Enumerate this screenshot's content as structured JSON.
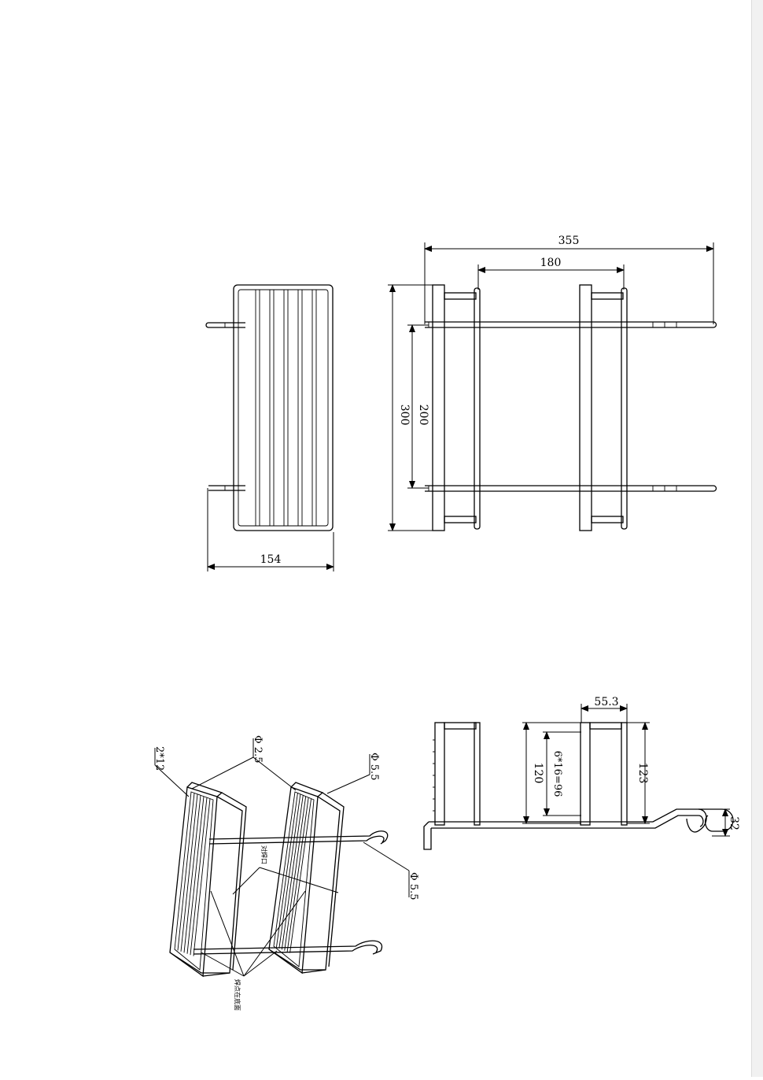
{
  "top_view": {
    "width_dim": "154"
  },
  "side_view": {
    "overall_length": "355",
    "inner_span": "180",
    "height_outer": "300",
    "height_inner": "200"
  },
  "end_view": {
    "top_width": "55.3",
    "wire_spacing": "6*16=96",
    "height_left": "120",
    "height_right": "123",
    "hook_size": "32"
  },
  "iso_view": {
    "label_rod_a": "2*12",
    "label_rod_b": "Φ 2.5",
    "label_rod_c": "Φ 5.5",
    "label_rod_d": "Φ 5.5",
    "note_center": "对焊口",
    "note_bottom": "焊点在底面"
  }
}
